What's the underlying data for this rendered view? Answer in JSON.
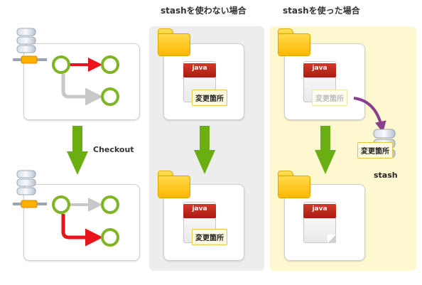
{
  "columns": {
    "without_stash_title": "stashを使わない場合",
    "with_stash_title": "stashを使った場合"
  },
  "labels": {
    "checkout": "Checkout",
    "stash": "stash"
  },
  "files": {
    "java_label": "java",
    "changed_label": "変更箇所"
  },
  "colors": {
    "green_arrow": "#6aae12",
    "red_branch": "#e8131b",
    "gray_branch": "#c8c8c8",
    "commit_ring": "#7fb524",
    "stash_arrow": "#8a3f8f",
    "yellow_panel": "#fdf8cf",
    "gray_panel": "#ededed"
  },
  "icons": [
    "repository-icon",
    "commit-node-icon",
    "folder-icon",
    "java-file-icon",
    "stash-icon",
    "down-arrow-icon"
  ]
}
